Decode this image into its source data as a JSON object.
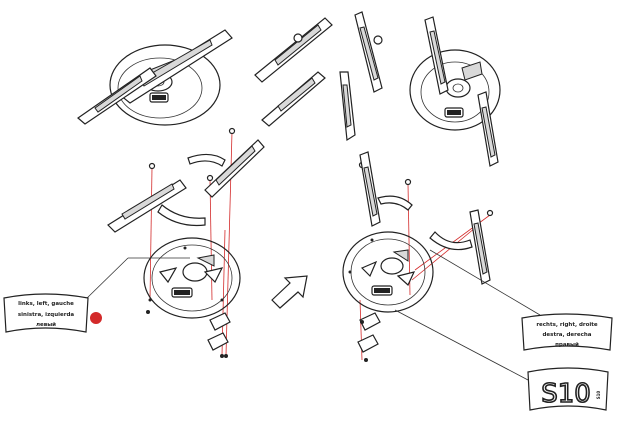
{
  "labels": {
    "left_line1": "links, left, gauche",
    "left_line2": "sinistra, izquierda",
    "left_line3": "левый",
    "right_line1": "rechts, right, droite",
    "right_line2": "destra, derecha",
    "right_line3": "правый",
    "model_code": "S10",
    "disc_code": "S10"
  },
  "colors": {
    "outline": "#222222",
    "guide": "#d32a2a",
    "marker": "#d32a2a"
  }
}
